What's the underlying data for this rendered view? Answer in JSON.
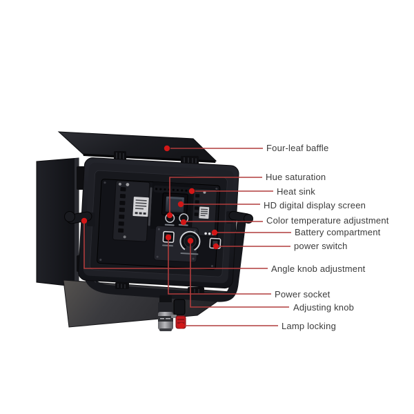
{
  "colors": {
    "background": "#ffffff",
    "label_text": "#3a3a3a",
    "callout_line": "#b13c3c",
    "callout_dot": "#d21717",
    "lever_red": "#bf1a1f"
  },
  "callouts": [
    {
      "label": "Four-leaf baffle"
    },
    {
      "label": "Hue saturation"
    },
    {
      "label": "Heat sink"
    },
    {
      "label": "HD digital display screen"
    },
    {
      "label": "Color temperature adjustment"
    },
    {
      "label": "Battery compartment"
    },
    {
      "label": "power switch"
    },
    {
      "label": "Angle knob adjustment"
    },
    {
      "label": "Power socket"
    },
    {
      "label": "Adjusting knob"
    },
    {
      "label": "Lamp locking"
    }
  ]
}
